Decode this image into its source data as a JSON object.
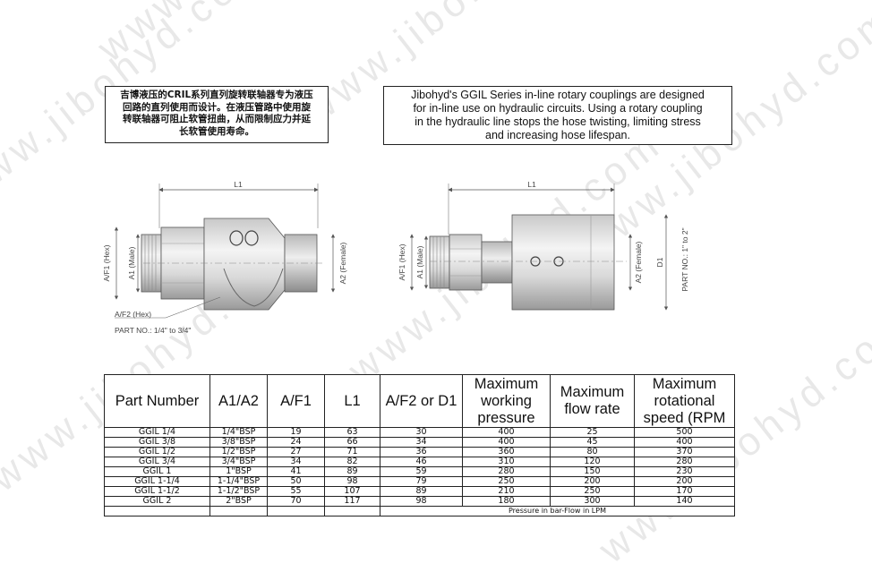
{
  "watermark": {
    "text": "www.jibohyd.com"
  },
  "descriptions": {
    "chinese": [
      "吉博液压的CRIL系列直列旋转联轴器专为液压",
      "回路的直列使用而设计。在液压管路中使用旋",
      "转联轴器可阻止软管扭曲，从而限制应力并延",
      "长软管使用寿命。"
    ],
    "english": [
      "Jibohyd's GGIL Series in-line rotary couplings are designed",
      "for in-line use on hydraulic circuits. Using a rotary coupling",
      "in the hydraulic line stops the hose twisting, limiting stress",
      "and increasing hose lifespan."
    ]
  },
  "drawing_left": {
    "l1": "L1",
    "af1": "A/F1 (Hex)",
    "a1": "A1 (Male)",
    "a2": "A2 (Female)",
    "af2": "A/F2 (Hex)",
    "part_no": "PART NO.: 1/4\" to 3/4\""
  },
  "drawing_right": {
    "l1": "L1",
    "af1": "A/F1 (Hex)",
    "a1": "A1 (Male)",
    "a2": "A2 (Female)",
    "d1": "D1",
    "part_no": "PART NO.: 1\" to 2\""
  },
  "table": {
    "headers": [
      "Part Number",
      "A1/A2",
      "A/F1",
      "L1",
      "A/F2 or D1",
      "Maximum working pressure",
      "Maximum flow rate",
      "Maximum rotational speed (RPM"
    ],
    "rows": [
      [
        "GGIL 1/4",
        "1/4\"BSP",
        "19",
        "63",
        "30",
        "400",
        "25",
        "500"
      ],
      [
        "GGIL 3/8",
        "3/8\"BSP",
        "24",
        "66",
        "34",
        "400",
        "45",
        "400"
      ],
      [
        "GGIL 1/2",
        "1/2\"BSP",
        "27",
        "71",
        "36",
        "360",
        "80",
        "370"
      ],
      [
        "GGIL 3/4",
        "3/4\"BSP",
        "34",
        "82",
        "46",
        "310",
        "120",
        "280"
      ],
      [
        "GGIL 1",
        "1\"BSP",
        "41",
        "89",
        "59",
        "280",
        "150",
        "230"
      ],
      [
        "GGIL 1-1/4",
        "1-1/4\"BSP",
        "50",
        "98",
        "79",
        "250",
        "200",
        "200"
      ],
      [
        "GGIL 1-1/2",
        "1-1/2\"BSP",
        "55",
        "107",
        "89",
        "210",
        "250",
        "170"
      ],
      [
        "GGIL 2",
        "2\"BSP",
        "70",
        "117",
        "98",
        "180",
        "300",
        "140"
      ]
    ],
    "footnote": "Pressure in bar-Flow in LPM"
  }
}
